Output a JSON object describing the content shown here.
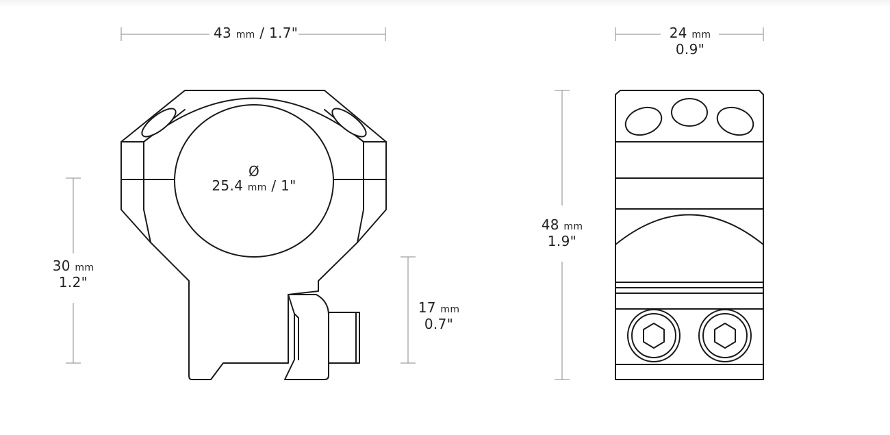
{
  "front_view": {
    "width": {
      "value": "43",
      "unit": "mm",
      "separator": "/",
      "inch": "1.7\""
    },
    "tube": {
      "symbol": "Ø",
      "value": "25.4",
      "unit": "mm",
      "separator": "/",
      "inch": "1\""
    },
    "center_height": {
      "value": "30",
      "unit": "mm",
      "inch": "1.2\""
    },
    "base_height": {
      "value": "17",
      "unit": "mm",
      "inch": "0.7\""
    }
  },
  "side_view": {
    "width": {
      "value": "24",
      "unit": "mm",
      "inch": "0.9\""
    },
    "height": {
      "value": "48",
      "unit": "mm",
      "inch": "1.9\""
    }
  },
  "colors": {
    "line": "#1a1a1a",
    "dimension": "#8a8a8a",
    "background": "#ffffff"
  }
}
